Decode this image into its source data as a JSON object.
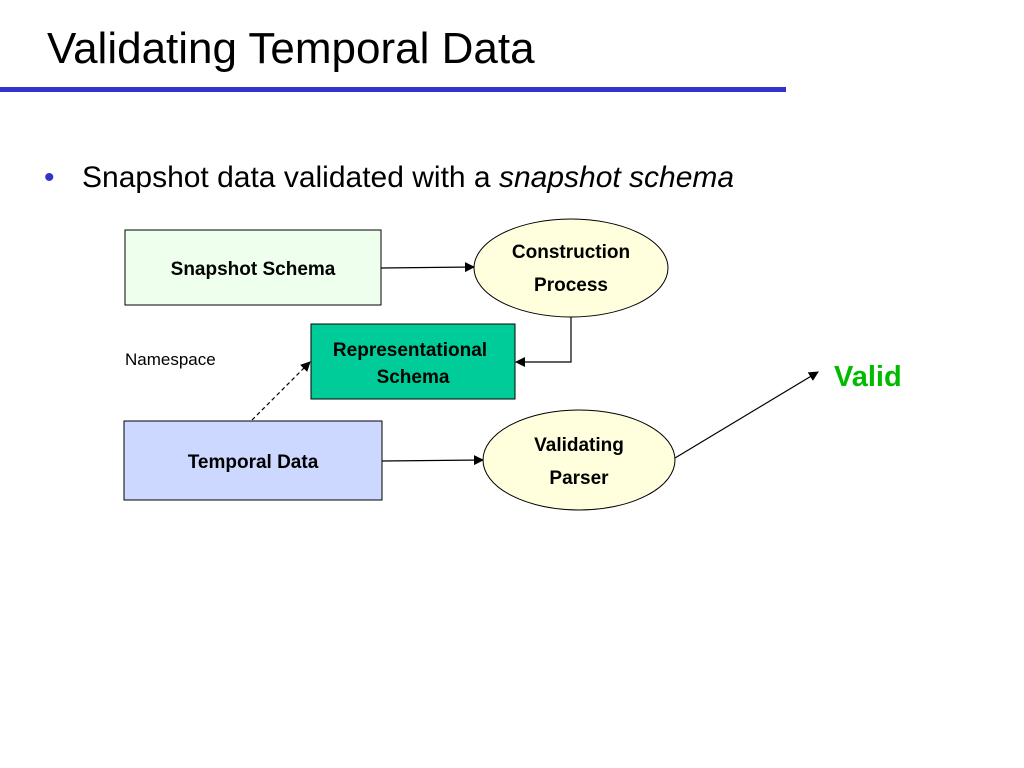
{
  "slide": {
    "title": "Validating Temporal Data",
    "bullet": {
      "text": "Snapshot data validated with a ",
      "emphasis": "snapshot schema"
    }
  },
  "diagram": {
    "nodes": {
      "snapshot_schema": {
        "label": "Snapshot Schema",
        "fill": "#eeffee"
      },
      "construction_process": {
        "line1": "Construction",
        "line2": "Process",
        "fill": "#ffffdd"
      },
      "representational_schema": {
        "line1": "Representational",
        "line2": "Schema",
        "fill": "#00cc99"
      },
      "temporal_data": {
        "label": "Temporal Data",
        "fill": "#ccd8ff"
      },
      "validating_parser": {
        "line1": "Validating",
        "line2": "Parser",
        "fill": "#ffffdd"
      }
    },
    "namespace_label": "Namespace",
    "valid_label": "Valid",
    "colors": {
      "title_rule": "#3333cc",
      "bullet": "#3333cc",
      "valid": "#00bb00"
    }
  }
}
